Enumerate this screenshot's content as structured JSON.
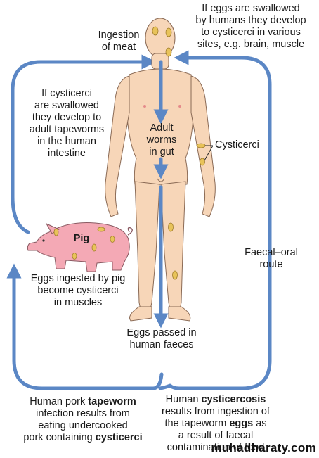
{
  "labels": {
    "ingestion_meat": "Ingestion\nof meat",
    "eggs_swallowed": "If eggs are swallowed\nby humans they develop\nto cysticerci in various\nsites, e.g. brain, muscle",
    "cysticerci_swallowed": "If cysticerci\nare swallowed\nthey develop to\nadult tapeworms\nin the human\nintestine",
    "adult_worms": "Adult\nworms\nin gut",
    "cysticerci": "Cysticerci",
    "pig": "Pig",
    "faecal_oral": "Faecal–oral\nroute",
    "eggs_ingested_pig": "Eggs ingested by pig\nbecome cysticerci\nin muscles",
    "eggs_passed": "Eggs passed in\nhuman faeces",
    "watermark": "muhadharaty.com"
  },
  "caption_tapeworm": {
    "line1_pre": "Human pork ",
    "line1_bold": "tapeworm",
    "line2": "infection results from",
    "line3": "eating undercooked",
    "line4_pre": "pork containing ",
    "line4_bold": "cysticerci"
  },
  "caption_cysticercosis": {
    "line1_pre": "Human ",
    "line1_bold": "cysticercosis",
    "line2": "results from ingestion of",
    "line3_pre": "the tapeworm ",
    "line3_bold": "eggs",
    "line3_post": " as",
    "line4": "a result of faecal",
    "line5": "contamination of food"
  },
  "colors": {
    "arrow": "#5b87c5",
    "skin": "#f7d6b8",
    "skin_outline": "#8a6a55",
    "pig": "#f4a9b5",
    "pig_outline": "#8a5a62",
    "cyst": "#e8c35a",
    "cyst_outline": "#a07d2a"
  }
}
